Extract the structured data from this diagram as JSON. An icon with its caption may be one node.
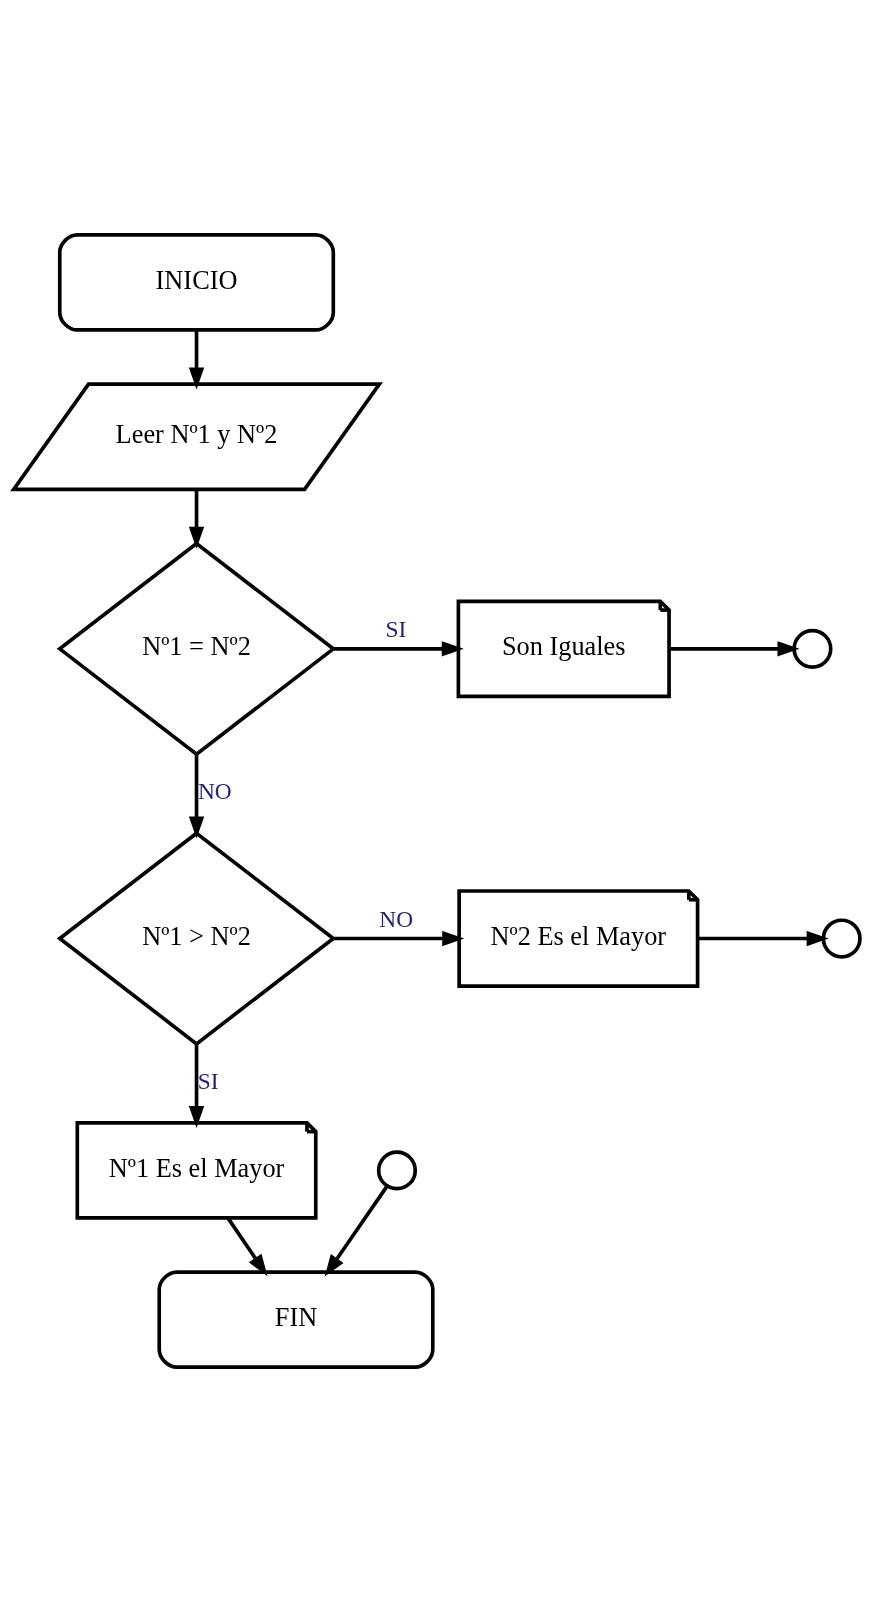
{
  "diagram": {
    "nodes": [
      {
        "text": [
          "INICIO"
        ]
      },
      {
        "text": [
          "Leer Nº1 y Nº2"
        ]
      },
      {
        "text": [
          "Nº1 = Nº2"
        ]
      },
      {
        "text": [
          "Son Iguales"
        ]
      },
      {
        "text": [],
        "shape": "circle"
      },
      {
        "text": [
          "Nº1 > Nº2"
        ]
      },
      {
        "text": [
          "Nº2 Es el Mayor"
        ]
      },
      {
        "text": [],
        "shape": "circle"
      },
      {
        "text": [
          "Nº1 Es el Mayor"
        ]
      },
      {
        "text": [],
        "shape": "circle"
      },
      {
        "text": [
          "FIN"
        ]
      }
    ],
    "edges": [
      {
        "from": 0,
        "to": 1,
        "arrow": "to"
      },
      {
        "from": 1,
        "to": 2,
        "arrow": "to"
      },
      {
        "from": 2,
        "to": 3,
        "arrow": "to",
        "label": "SI"
      },
      {
        "from": 3,
        "to": 4,
        "arrow": "to"
      },
      {
        "from": 2,
        "to": 5,
        "arrow": "to",
        "label": "NO"
      },
      {
        "from": 5,
        "to": 6,
        "arrow": "to",
        "label": "NO"
      },
      {
        "from": 6,
        "to": 7,
        "arrow": "to"
      },
      {
        "from": 5,
        "to": 8,
        "arrow": "to",
        "label": "SI"
      },
      {
        "from": 8,
        "to": 10,
        "arrow": "to"
      },
      {
        "from": 9,
        "to": 10,
        "arrow": "to"
      }
    ]
  }
}
